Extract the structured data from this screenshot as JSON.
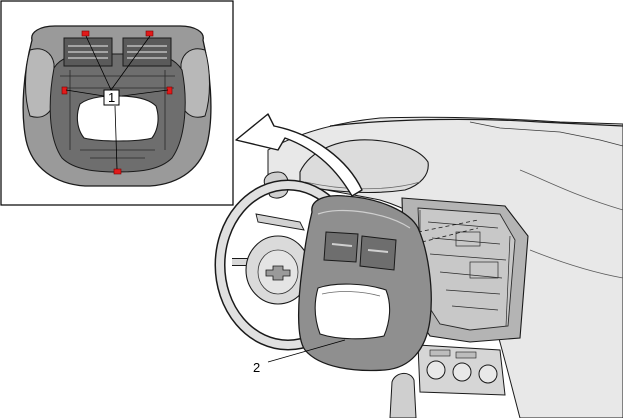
{
  "callouts": [
    {
      "id": "1",
      "label": "1"
    },
    {
      "id": "2",
      "label": "2"
    }
  ],
  "colors": {
    "fastener_marker": "#e21a1a",
    "line_art": "#1a1a1a",
    "panel_fill": "#8f8f8f",
    "dash_fill": "#e4e4e4"
  },
  "icons": {
    "arrow": "removal-direction-arrow-icon",
    "brand": "brand-emblem-icon"
  }
}
